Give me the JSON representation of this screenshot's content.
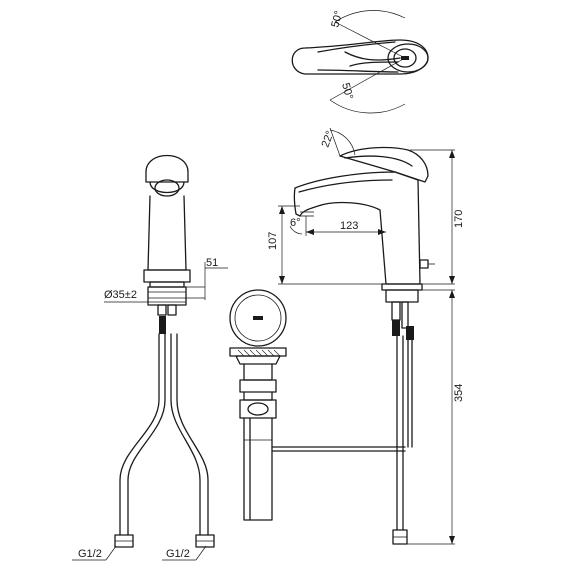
{
  "dimensions": {
    "angle_top_1": "50°",
    "angle_top_2": "50°",
    "angle_lever": "22°",
    "angle_spout": "6°",
    "height_total": "170",
    "height_spout": "107",
    "reach_spout": "123",
    "mount_width": "51",
    "hole_diameter": "Ø35±2",
    "hose_length": "354"
  },
  "connections": {
    "left": "G1/2",
    "right": "G1/2"
  }
}
